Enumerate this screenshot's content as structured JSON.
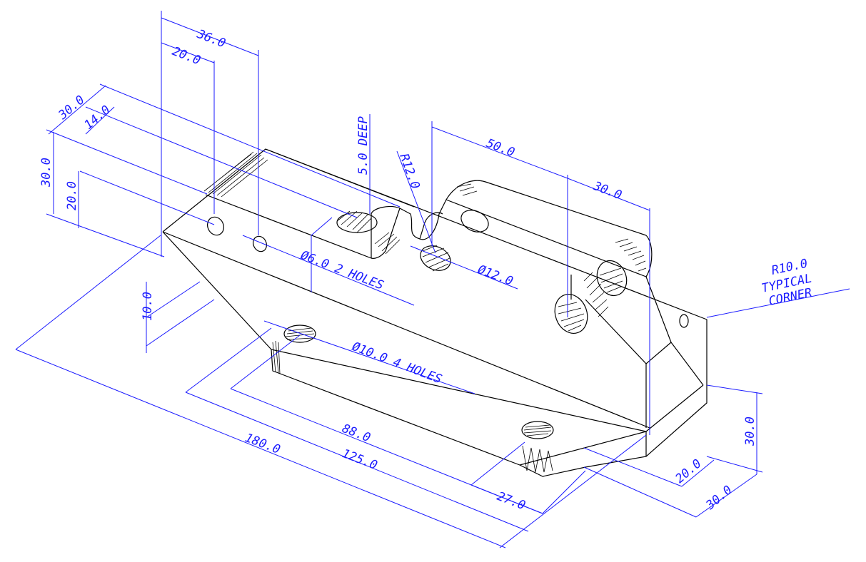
{
  "colors": {
    "object": "#000000",
    "dimension": "#1a1aff",
    "background": "#ffffff"
  },
  "dims": {
    "d36": "36.0",
    "d20top": "20.0",
    "d30left": "30.0",
    "d14": "14.0",
    "d30vert": "30.0",
    "d20vert": "20.0",
    "deep": "5.0 DEEP",
    "r12": "R12.0",
    "d50": "50.0",
    "d30right": "30.0",
    "holes6": "Ø6.0  2 HOLES",
    "dia12": "Ø12.0",
    "d10": "10.0",
    "r10_1": "R10.0",
    "r10_2": "TYPICAL",
    "r10_3": "CORNER",
    "holes10": "Ø10.0  4 HOLES",
    "d88": "88.0",
    "d180": "180.0",
    "d125": "125.0",
    "d27": "27.0",
    "d30base": "30.0",
    "d20base": "20.0",
    "d30end": "30.0"
  }
}
